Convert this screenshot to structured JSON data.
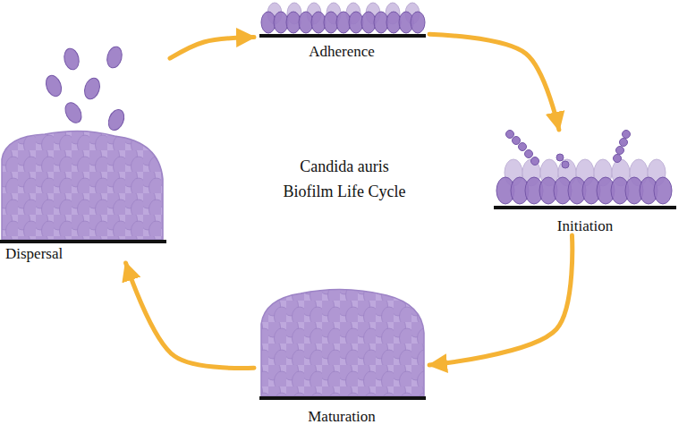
{
  "diagram": {
    "title": "Candida auris Biofilm Life Cycle",
    "nodes": [
      {
        "text": [
          "Adherence"
        ]
      },
      {
        "text": [
          "Initiation"
        ]
      },
      {
        "text": [
          "Maturation"
        ]
      },
      {
        "text": [
          "Dispersal"
        ]
      }
    ],
    "edges": [
      {
        "from": 0,
        "to": 1,
        "arrow": "to"
      },
      {
        "from": 1,
        "to": 2,
        "arrow": "to"
      },
      {
        "from": 2,
        "to": 3,
        "arrow": "to"
      },
      {
        "from": 3,
        "to": 0,
        "arrow": "to"
      }
    ]
  }
}
